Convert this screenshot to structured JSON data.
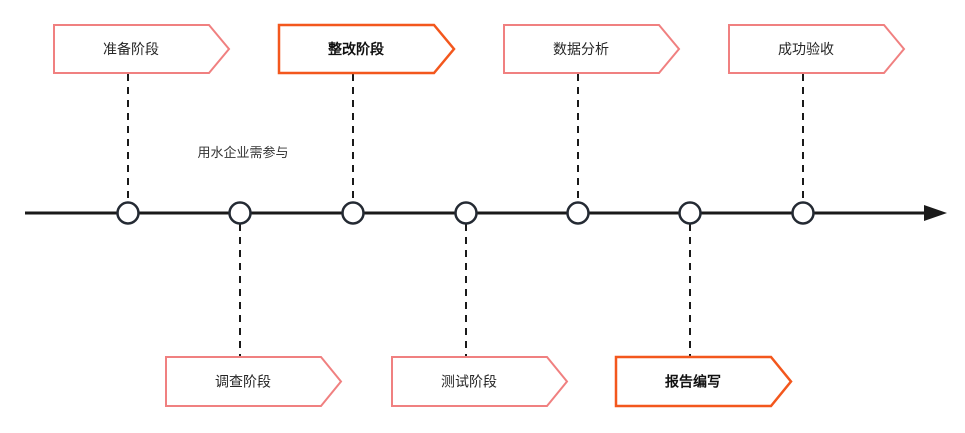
{
  "diagram": {
    "type": "timeline-flowchart",
    "annotation": {
      "text": "用水企业需参与"
    },
    "banners": [
      {
        "label": "准备阶段",
        "style": "pink",
        "position": "top"
      },
      {
        "label": "整改阶段",
        "style": "orange",
        "position": "top"
      },
      {
        "label": "数据分析",
        "style": "pink",
        "position": "top"
      },
      {
        "label": "成功验收",
        "style": "pink",
        "position": "top"
      },
      {
        "label": "调查阶段",
        "style": "pink",
        "position": "bottom"
      },
      {
        "label": "测试阶段",
        "style": "pink",
        "position": "bottom"
      },
      {
        "label": "报告编写",
        "style": "orange",
        "position": "bottom"
      }
    ],
    "node_count": "7"
  },
  "colors": {
    "pink": "#f08080",
    "orange": "#f3571d",
    "line": "#1a1a1a",
    "node_stroke": "#242a33",
    "text": "#262626"
  }
}
